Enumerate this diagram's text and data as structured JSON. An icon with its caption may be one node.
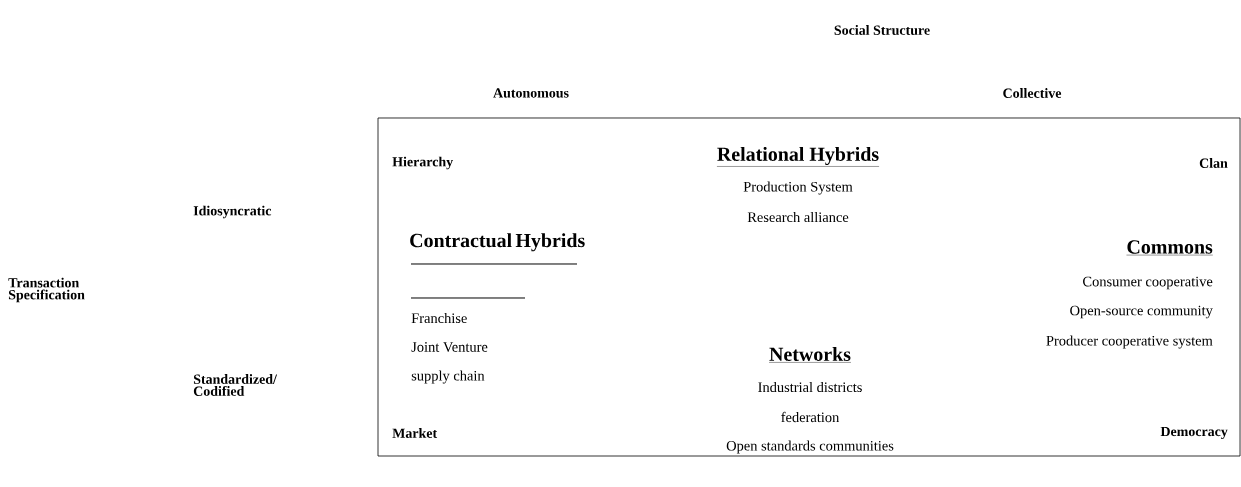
{
  "diagram": {
    "labels": [
      "Social Structure",
      "Autonomous",
      "Collective",
      "Hierarchy",
      "Relational Hybrids",
      "Production System",
      "Research alliance",
      "Clan",
      "Idiosyncratic",
      "Contractual Hybrids",
      "Commons",
      "Consumer cooperative",
      "Open-source community",
      "Producer cooperative system",
      "Transaction Specification",
      "Franchise",
      "Joint Venture",
      "supply chain",
      "Networks",
      "Standardized/ Codified",
      "Industrial districts",
      "federation",
      "Open standards communities",
      "Market",
      "Democracy"
    ]
  }
}
